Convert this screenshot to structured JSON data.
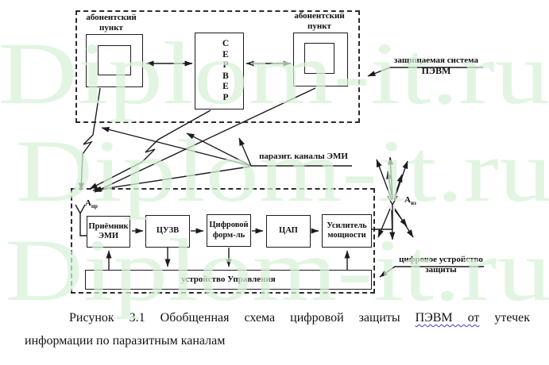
{
  "watermark": {
    "text": "Diplom-it.ru",
    "color": "#d8f2d8"
  },
  "top_system": {
    "client_left": {
      "line1": "абонентский",
      "line2": "пункт"
    },
    "client_right": {
      "line1": "абонентский",
      "line2": "пункт"
    },
    "server": {
      "letters": [
        "С",
        "Е",
        "Р",
        "В",
        "Е",
        "Р"
      ]
    },
    "protected_label": {
      "line1": "защищаемая система",
      "line2": "ПЭВМ"
    }
  },
  "middle": {
    "parasitic_label": "паразит. каналы ЭМИ"
  },
  "protection_device": {
    "antenna_rx": {
      "base": "А",
      "sub": "пр"
    },
    "antenna_tx": {
      "base": "А",
      "sub": "из"
    },
    "blocks": [
      {
        "line1": "Приёмник",
        "line2": "ЭМИ"
      },
      {
        "line1": "ЦУЗВ"
      },
      {
        "line1": "Цифровой",
        "line2": "форм-ль"
      },
      {
        "line1": "ЦАП"
      },
      {
        "line1": "Усилитель",
        "line2": "мощности"
      }
    ],
    "control_unit": "устройство Управления",
    "label": {
      "line1": "цифровое устройство",
      "line2": "защиты"
    }
  },
  "caption": {
    "part1": "Рисунок 3.1 Обобщенная схема цифровой защиты",
    "underlined": "ПЭВМ  от",
    "part2": "утечек",
    "line2": "информации по паразитным каналам"
  },
  "colors": {
    "line": "#1c1c1c",
    "wavy_underline": "#3d3dcc",
    "watermark": "#d8f2d8"
  }
}
